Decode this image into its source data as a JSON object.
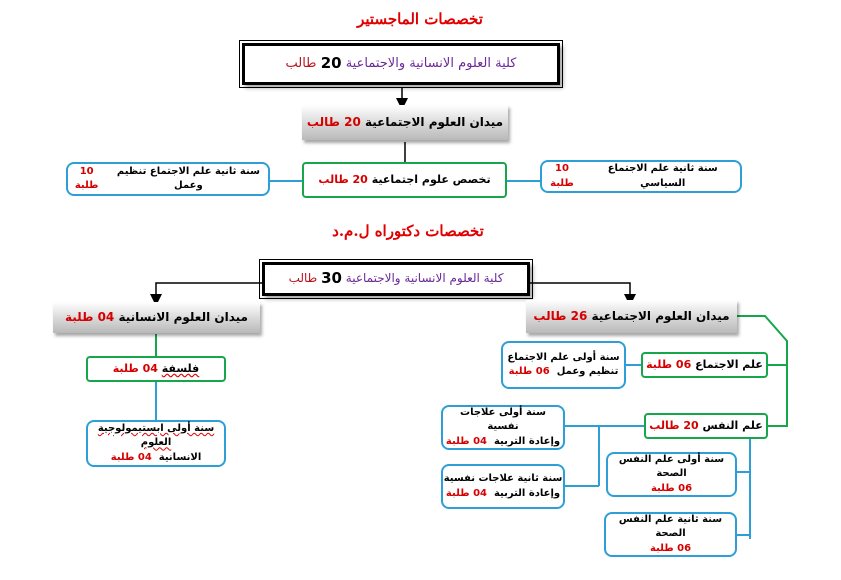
{
  "masters": {
    "heading": "تخصصات الماجستير",
    "faculty": {
      "text": "كلية العلوم الانسانية والاجتماعية",
      "num": "20",
      "unit": "طالب"
    },
    "field": {
      "text": "ميدان العلوم الاجتماعية",
      "count": "20 طالب"
    },
    "specialty": {
      "text": "تخصص علوم اجتماعية",
      "count": "20 طالب"
    },
    "left_spec": {
      "text": "سنة ثانية علم الاجتماع تنظيم وعمل",
      "count": "10 طلبة"
    },
    "right_spec": {
      "text": "سنة ثانية علم الاجتماع السياسي",
      "count": "10 طلبة"
    }
  },
  "doctorate": {
    "heading": "تخصصات دكتوراه ل.م.د",
    "faculty": {
      "text": "كلية العلوم الانسانية والاجتماعية",
      "num": "30",
      "unit": "طالب"
    },
    "humanities": {
      "field": {
        "text": "ميدان العلوم الانسانية",
        "count": "04 طلبة"
      },
      "philosophy": {
        "text": "فلسفة",
        "count": "04 طلبة"
      },
      "epistemology": {
        "line1": "سنة أولى ابستيمولوجية العلوم",
        "line2": "الانسانية",
        "count": "04 طلبة"
      }
    },
    "social": {
      "field": {
        "text": "ميدان العلوم الاجتماعية",
        "count": "26 طالب"
      },
      "sociology": {
        "text": "علم الاجتماع",
        "count": "06 طلبة"
      },
      "sociology_spec": {
        "line1": "سنة أولى علم الاجتماع",
        "line2": "تنظيم وعمل",
        "count": "06 طلبة"
      },
      "psychology": {
        "text": "علم النفس",
        "count": "20 طالب"
      },
      "psy_spec1": {
        "line1": "سنة أولى علاجات نفسية",
        "line2": "وإعادة التربية",
        "count": "04 طلبة"
      },
      "psy_spec2": {
        "line1": "سنة ثانية علاجات نفسية",
        "line2": "وإعادة التربية",
        "count": "04 طلبة"
      },
      "health1": {
        "text": "سنة أولى علم النفس الصحة",
        "count": "06 طلبة"
      },
      "health2": {
        "text": "سنة ثانية علم النفس الصحة",
        "count": "06 طلبة"
      }
    }
  },
  "colors": {
    "accent_red": "#d60000",
    "green": "#18a64a",
    "blue": "#2e9fd6",
    "faculty_text": "#6a2a98"
  }
}
